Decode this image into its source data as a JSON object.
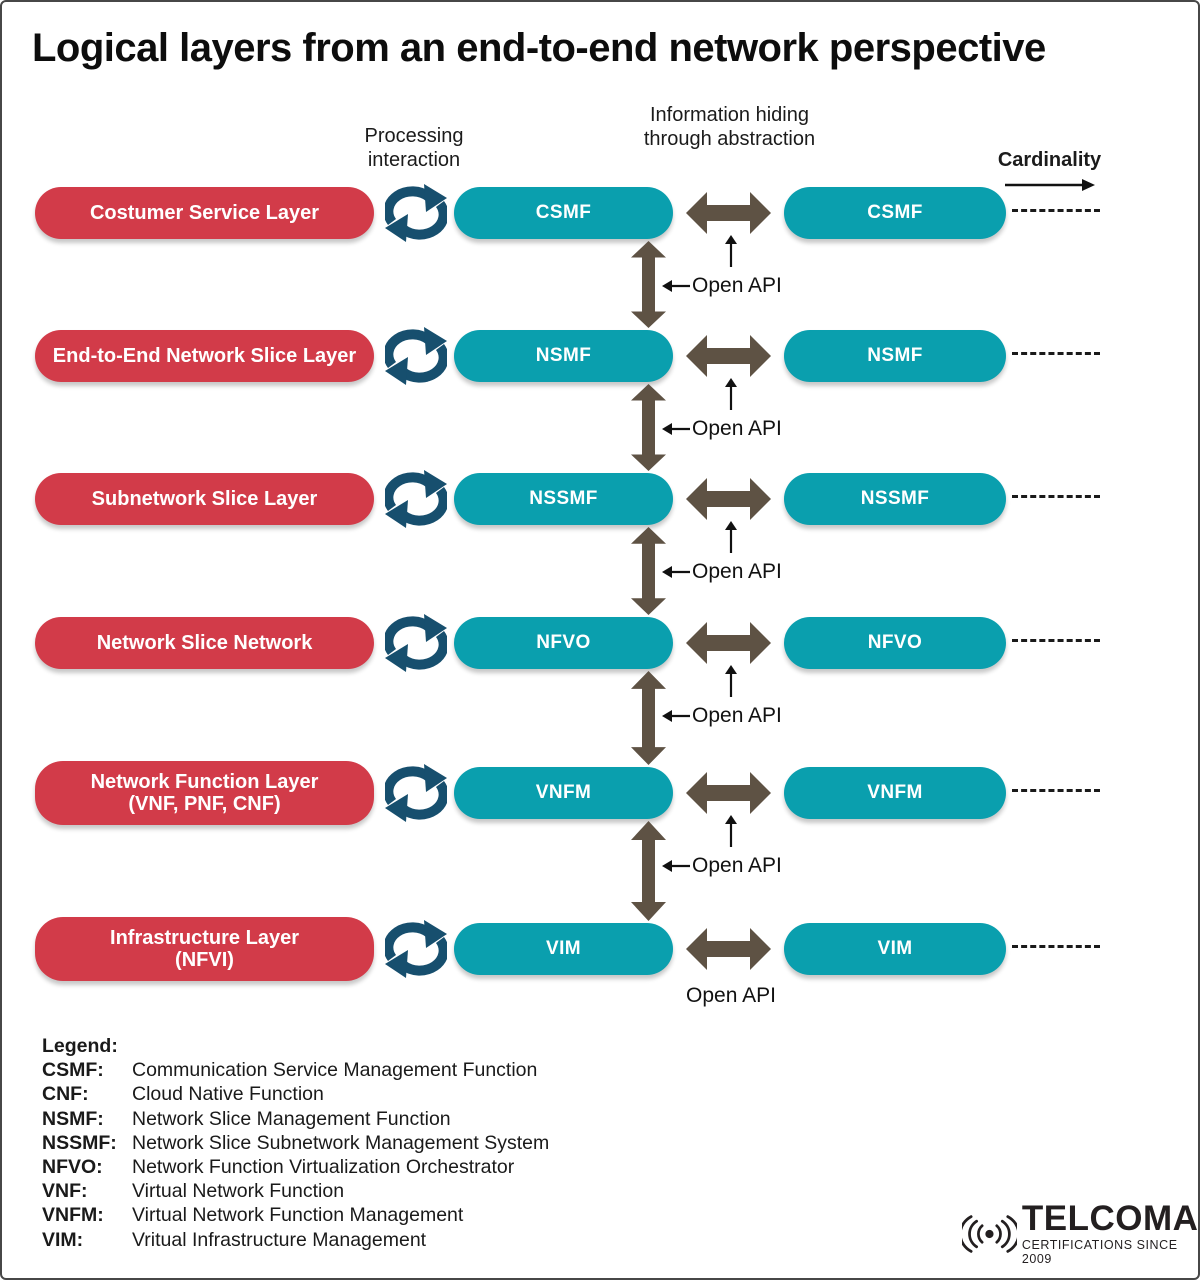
{
  "title": "Logical layers from an end-to-end network perspective",
  "headers": {
    "processing": "Processing interaction",
    "information": "Information hiding through abstraction",
    "cardinality": "Cardinality"
  },
  "labels": {
    "open_api": "Open API"
  },
  "rows": [
    {
      "layer": "Costumer Service Layer",
      "function": "CSMF"
    },
    {
      "layer": "End-to-End Network Slice Layer",
      "function": "NSMF"
    },
    {
      "layer": "Subnetwork Slice Layer",
      "function": "NSSMF"
    },
    {
      "layer": "Network Slice Network",
      "function": "NFVO"
    },
    {
      "layer": "Network Function Layer",
      "sublabel": "(VNF, PNF, CNF)",
      "function": "VNFM"
    },
    {
      "layer": "Infrastructure Layer",
      "sublabel": "(NFVI)",
      "function": "VIM"
    }
  ],
  "legend": {
    "heading": "Legend:",
    "items": [
      {
        "abbr": "CSMF:",
        "definition": "Communication Service Management Function"
      },
      {
        "abbr": "CNF:",
        "definition": "Cloud Native Function"
      },
      {
        "abbr": "NSMF:",
        "definition": "Network Slice Management Function"
      },
      {
        "abbr": "NSSMF:",
        "definition": "Network Slice Subnetwork Management System"
      },
      {
        "abbr": "NFVO:",
        "definition": "Network Function Virtualization Orchestrator"
      },
      {
        "abbr": "VNF:",
        "definition": "Virtual Network Function"
      },
      {
        "abbr": "VNFM:",
        "definition": "Virtual Network Function Management"
      },
      {
        "abbr": "VIM:",
        "definition": "Vritual Infrastructure Management"
      }
    ]
  },
  "logo": {
    "name": "TELCOMA",
    "tagline": "CERTIFICATIONS SINCE 2009"
  },
  "colors": {
    "red": "#d23b49",
    "teal": "#0a9fae",
    "navy": "#174f6e",
    "brown": "#5e5244",
    "text": "#1a1a1a"
  }
}
